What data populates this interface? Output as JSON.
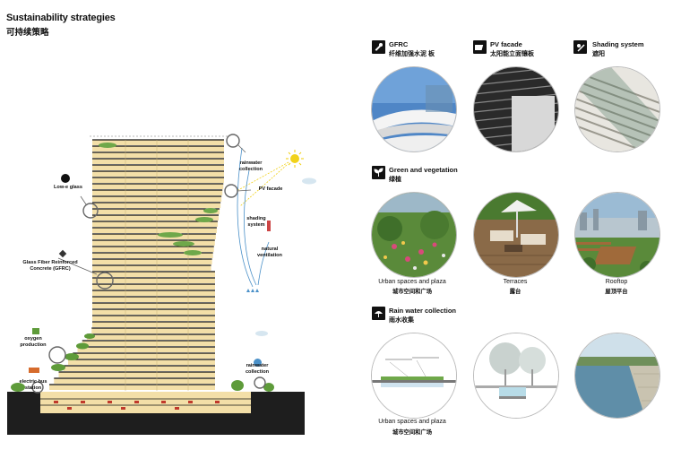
{
  "page": {
    "title": "Sustainability strategies",
    "subtitle": "可持续策略"
  },
  "section_diagram": {
    "callouts": {
      "rainwater_top": "rainwater collection",
      "low_e_glass": "Low-e glass",
      "pv_facade": "PV facade",
      "shading_system": "shading system",
      "natural_ventilation": "natural ventilation",
      "gfrc": "Glass Fiber Reinforced Concrete (GFRC)",
      "oxygen_production": "oxygen production",
      "electric_bus_station": "electric bus station",
      "rainwater_bottom": "rainwater collection"
    }
  },
  "strategies": {
    "gfrc": {
      "title_en": "GFRC",
      "title_cn": "纤维加强水泥 板",
      "icon": "tool-icon"
    },
    "pv": {
      "title_en": "PV facade",
      "title_cn": "太阳能立面镶板",
      "icon": "solar-panel-icon"
    },
    "shading": {
      "title_en": "Shading system",
      "title_cn": "遮阳",
      "icon": "sun-shade-icon"
    },
    "green": {
      "title_en": "Green and vegetation",
      "title_cn": "绿植",
      "icon": "plant-icon",
      "items": [
        {
          "en": "Urban spaces and plaza",
          "cn": "城市空间和广场"
        },
        {
          "en": "Terraces",
          "cn": "露台"
        },
        {
          "en": "Rooftop",
          "cn": "屋顶平台"
        }
      ]
    },
    "rain": {
      "title_en": "Rain water collection",
      "title_cn": "雨水收集",
      "icon": "umbrella-rain-icon",
      "items": [
        {
          "en": "Urban spaces and plaza",
          "cn": "城市空间和广场"
        }
      ]
    }
  },
  "colors": {
    "floor_lit": "#f3dfa8",
    "floor_dark": "#111111",
    "ground": "#1e1e1e",
    "water_blue": "#4a90c8",
    "sun": "#f1d21a",
    "green": "#5e9b3a"
  }
}
